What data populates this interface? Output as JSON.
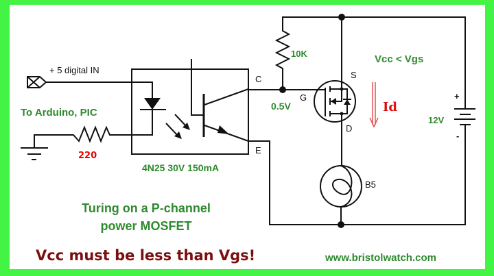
{
  "labels": {
    "input": "+ 5 digital IN",
    "source": "To Arduino, PIC",
    "resistor_220": "220",
    "optocoupler": "4N25 30V 150mA",
    "collector": "C",
    "emitter": "E",
    "resistor_10k": "10K",
    "gate_voltage": "0.5V",
    "gate": "G",
    "source_pin": "S",
    "drain_pin": "D",
    "current": "Id",
    "condition": "Vcc < Vgs",
    "battery_plus": "+",
    "battery_minus": "-",
    "battery": "12V",
    "lamp": "B5"
  },
  "title_line1": "Turing on a P-channel",
  "title_line2": "power MOSFET",
  "warning": "Vcc must be less than Vgs!",
  "website": "www.bristolwatch.com",
  "colors": {
    "border": "#44f444",
    "green_text": "#2e8a2e",
    "warning": "#7a0f0f",
    "red": "#ee0000"
  }
}
